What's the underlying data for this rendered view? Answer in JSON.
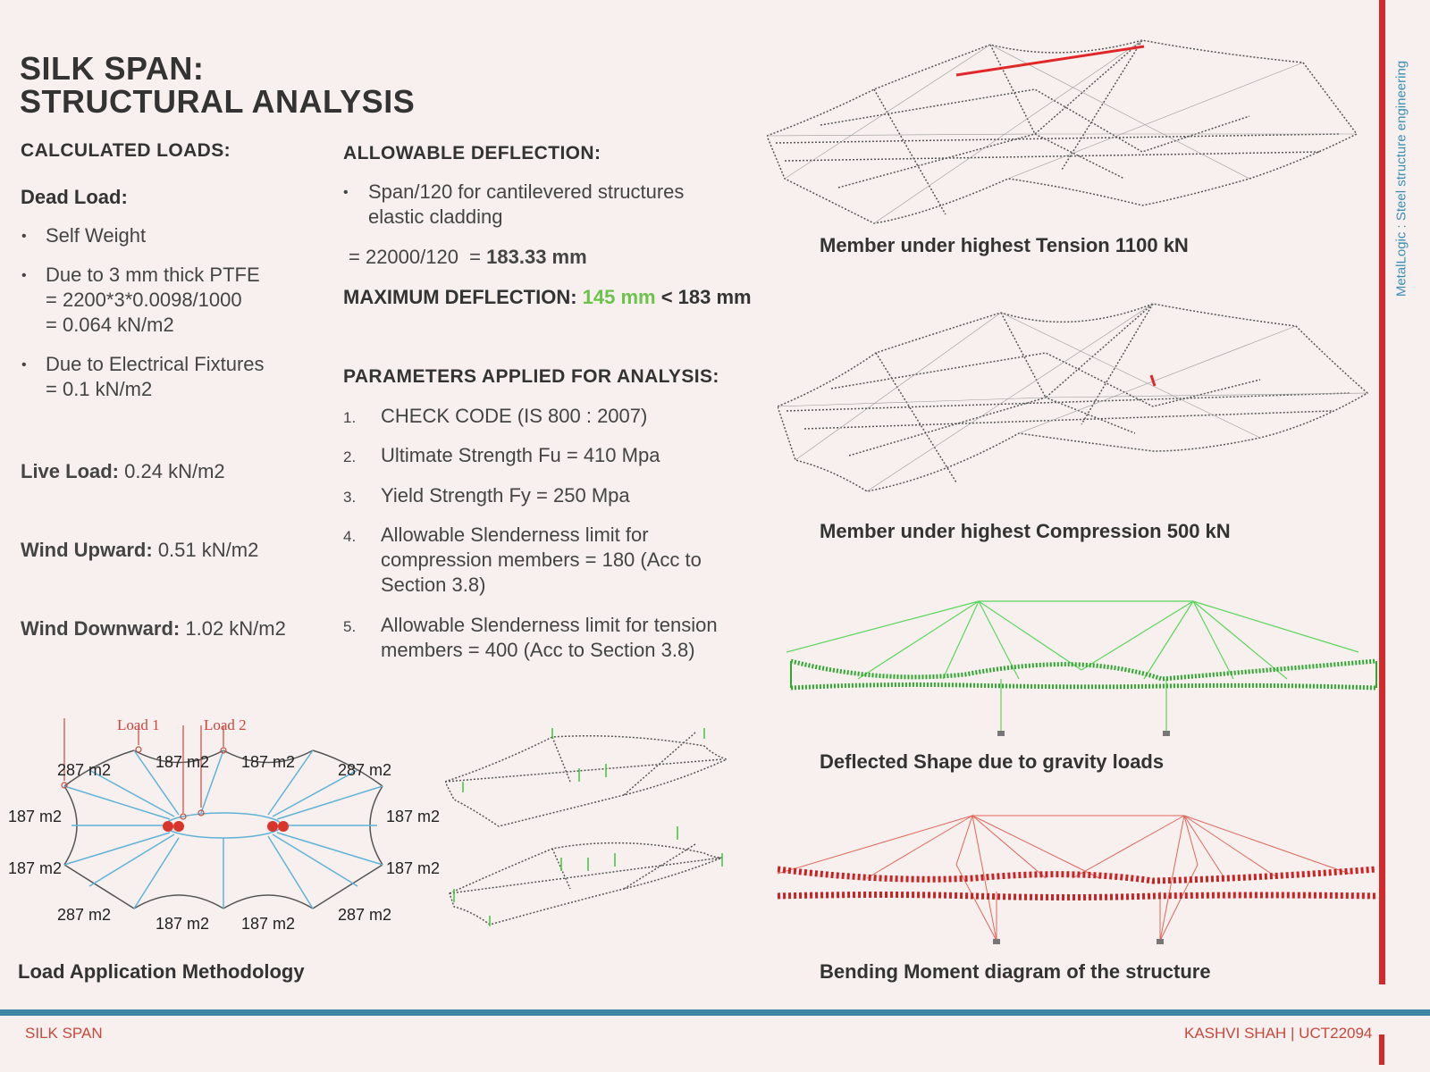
{
  "title": {
    "line1": "SILK SPAN:",
    "line2": "STRUCTURAL ANALYSIS"
  },
  "loads": {
    "heading": "CALCULATED LOADS:",
    "dead_heading": "Dead Load:",
    "self_weight": "Self Weight",
    "ptfe_1": "Due to 3 mm thick PTFE",
    "ptfe_2": "=  2200*3*0.0098/1000",
    "ptfe_3": "= 0.064 kN/m2",
    "elec_1": "Due to Electrical Fixtures",
    "elec_2": "= 0.1 kN/m2",
    "live_label": "Live Load:",
    "live_value": "0.24 kN/m2",
    "wind_up_label": "Wind Upward:",
    "wind_up_value": "0.51 kN/m2",
    "wind_down_label": "Wind Downward:",
    "wind_down_value": "1.02 kN/m2"
  },
  "deflection": {
    "heading": "ALLOWABLE DEFLECTION:",
    "line1": "Span/120 for cantilevered structures",
    "line2": "elastic cladding",
    "calc": "= 22000/120  = ",
    "calc_result": "183.33 mm",
    "max_label": "MAXIMUM DEFLECTION: ",
    "max_value": "145 mm",
    "max_limit": " < 183 mm"
  },
  "parameters": {
    "heading": "PARAMETERS APPLIED FOR ANALYSIS:",
    "items": [
      {
        "num": "1.",
        "lines": [
          "CHECK CODE (IS 800 : 2007)"
        ]
      },
      {
        "num": "2.",
        "lines": [
          "Ultimate Strength Fu = 410 Mpa"
        ]
      },
      {
        "num": "3.",
        "lines": [
          "Yield Strength Fy = 250 Mpa"
        ]
      },
      {
        "num": "4.",
        "lines": [
          "Allowable Slenderness limit for",
          "compression members = 180 (Acc to",
          "Section 3.8)"
        ]
      },
      {
        "num": "5.",
        "lines": [
          "Allowable Slenderness limit for tension",
          "members = 400 (Acc to Section 3.8)"
        ]
      }
    ]
  },
  "captions": {
    "tension": "Member under highest Tension 1100 kN",
    "compression": "Member under highest Compression 500 kN",
    "deflected": "Deflected Shape due to gravity loads",
    "bending": "Bending Moment diagram of the structure",
    "load_method": "Load Application Methodology"
  },
  "load_diagram": {
    "load1": "Load 1",
    "load2": "Load 2",
    "areas": {
      "tl": "287 m2",
      "tm1": "187 m2",
      "tm2": "187 m2",
      "tr": "287 m2",
      "l1": "187 m2",
      "l2": "187 m2",
      "r1": "187 m2",
      "r2": "187 m2",
      "bl": "287 m2",
      "bm1": "187 m2",
      "bm2": "187 m2",
      "br": "287 m2"
    }
  },
  "sidebar": {
    "text": "MetalLogic : Steel structure engineering"
  },
  "footer": {
    "left": "SILK SPAN",
    "right": "KASHVI SHAH | UCT22094"
  },
  "colors": {
    "accent_red": "#d42a2a",
    "accent_blue": "#3f85a6",
    "green": "#6cc24a",
    "diagram_blue": "#5fb3d9"
  }
}
